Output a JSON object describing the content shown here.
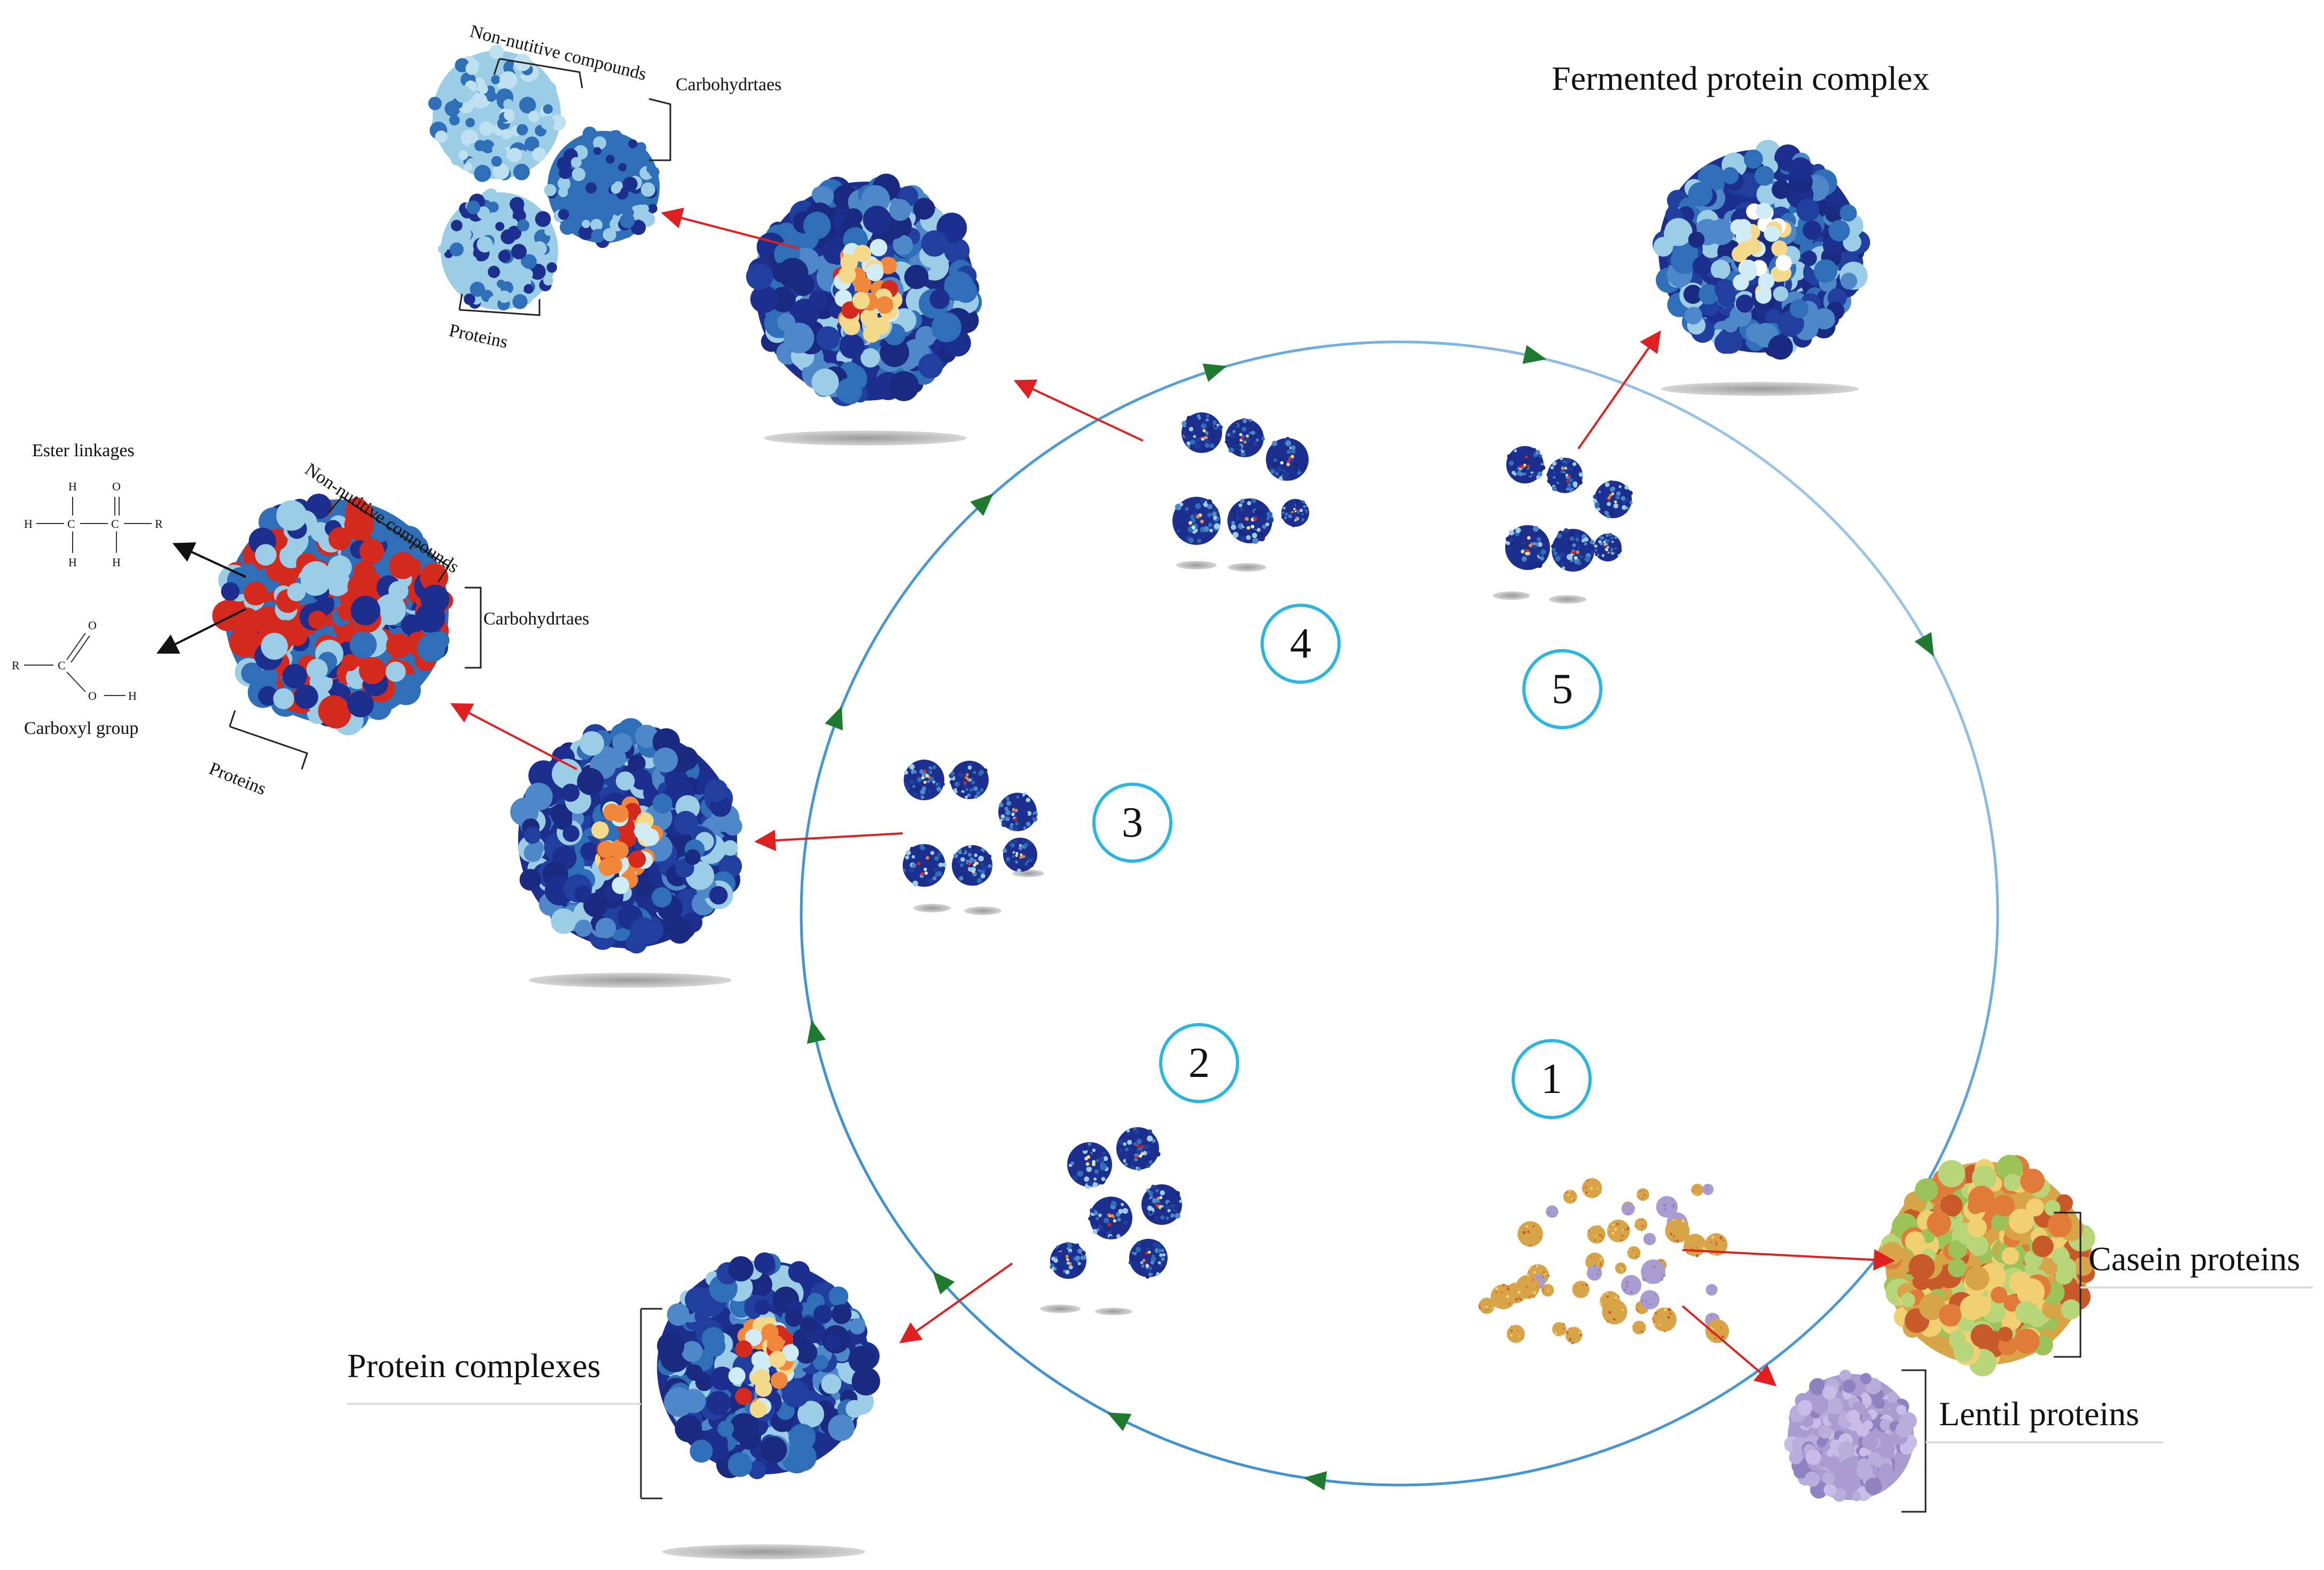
{
  "title": "Fermented protein complex",
  "steps": [
    "1",
    "2",
    "3",
    "4",
    "5"
  ],
  "labels": {
    "protein_complexes": "Protein complexes",
    "casein_proteins": "Casein proteins",
    "lentil_proteins": "Lentil proteins",
    "non_nutitive_compounds": "Non-nutitive compounds",
    "carbohydrtaes": "Carbohydrtaes",
    "proteins": "Proteins",
    "ester_linkages": "Ester linkages",
    "carboxyl_group": "Carboxyl group"
  },
  "chem": {
    "ester": {
      "h": "H",
      "c": "C",
      "o": "O",
      "r": "R"
    },
    "carboxyl": {
      "r": "R",
      "c": "C",
      "o": "O",
      "h": "H"
    }
  },
  "colors": {
    "cycle_line": "#3a8fd0",
    "cycle_arrow": "#1e7a2e",
    "pointer_arrow": "#e02020",
    "step_circle": "#29b6e0",
    "protein_dark": "#1c2f8f",
    "protein_mid": "#2f6fb8",
    "protein_light": "#9ccde6",
    "highlight_red": "#d42a1e",
    "highlight_orange": "#f0873a",
    "casein": "#d7a447",
    "lentil": "#a99cd0"
  }
}
